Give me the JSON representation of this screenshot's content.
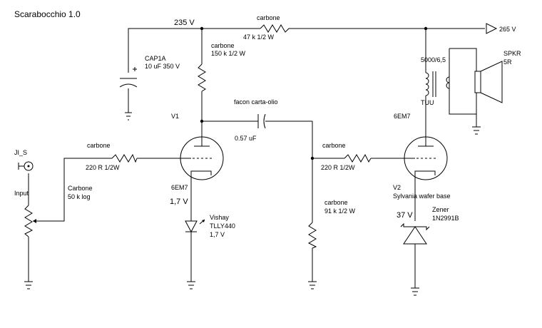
{
  "title": "Scarabocchio 1.0",
  "nodes": {
    "b235": "235 V",
    "b265": "265 V",
    "k1": "1,7 V",
    "k2": "37 V"
  },
  "components": {
    "r_top": {
      "type": "carbone",
      "value": "47 k 1/2 W"
    },
    "r_plate1": {
      "type": "carbone",
      "value": "150 k 1/2 W"
    },
    "cap1": {
      "name": "CAP1A",
      "value": "10 uF 350 V"
    },
    "cap_coupling": {
      "type": "facon carta-olio",
      "value": "0.57 uF"
    },
    "tube1": {
      "ref": "V1",
      "part": "6EM7"
    },
    "tube2": {
      "ref": "V2",
      "part": "6EM7",
      "note": "Sylvania wafer base"
    },
    "r_grid1": {
      "type": "carbone",
      "value": "220 R 1/2W"
    },
    "r_grid2": {
      "type": "carbone",
      "value": "220 R 1/2W"
    },
    "r_gridleak": {
      "type": "carbone",
      "value": "91 k 1/2 W"
    },
    "pot": {
      "type": "Carbone",
      "value": "50 k log"
    },
    "jack": {
      "ref": "JI_S",
      "label": "Input"
    },
    "led": {
      "brand": "Vishay",
      "part": "TLLY440",
      "voltage": "1,7 V"
    },
    "zener": {
      "type": "Zener",
      "part": "1N2991B"
    },
    "transformer": {
      "ratio": "5000/6,5",
      "label": "TUU"
    },
    "speaker": {
      "ref": "SPKR",
      "value": "5R"
    }
  }
}
